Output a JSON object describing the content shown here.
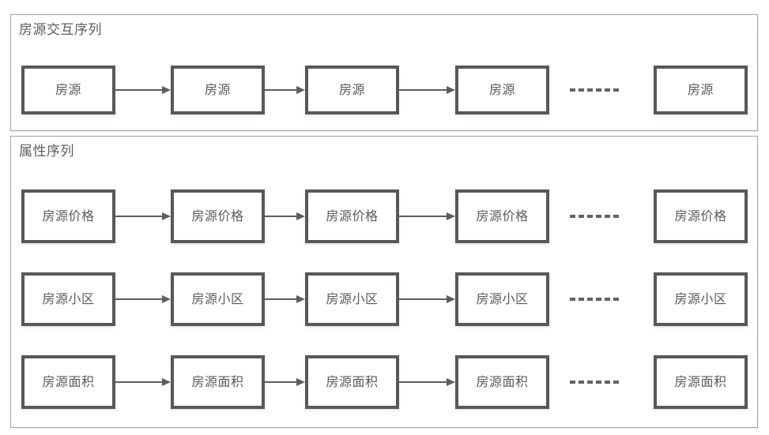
{
  "figure": {
    "background": "#ffffff",
    "node_border_color": "#55585c",
    "text_color": "#5a5a5a",
    "panel_border_color": "#9aa3ad",
    "arrow_color": "#5a5d61"
  },
  "panels": [
    {
      "id": "interaction",
      "title": "房源交互序列",
      "rows": [
        {
          "id": "listing",
          "label": "房源",
          "nodes": [
            "房源",
            "房源",
            "房源",
            "房源"
          ],
          "tail_node": "房源",
          "ellipsis": "······",
          "arrow_count": 3
        }
      ]
    },
    {
      "id": "attributes",
      "title": "属性序列",
      "rows": [
        {
          "id": "price",
          "label": "房源价格",
          "nodes": [
            "房源价格",
            "房源价格",
            "房源价格",
            "房源价格"
          ],
          "tail_node": "房源价格",
          "ellipsis": "······",
          "arrow_count": 3
        },
        {
          "id": "community",
          "label": "房源小区",
          "nodes": [
            "房源小区",
            "房源小区",
            "房源小区",
            "房源小区"
          ],
          "tail_node": "房源小区",
          "ellipsis": "······",
          "arrow_count": 3
        },
        {
          "id": "area",
          "label": "房源面积",
          "nodes": [
            "房源面积",
            "房源面积",
            "房源面积",
            "房源面积"
          ],
          "tail_node": "房源面积",
          "ellipsis": "······",
          "arrow_count": 3
        }
      ]
    }
  ]
}
